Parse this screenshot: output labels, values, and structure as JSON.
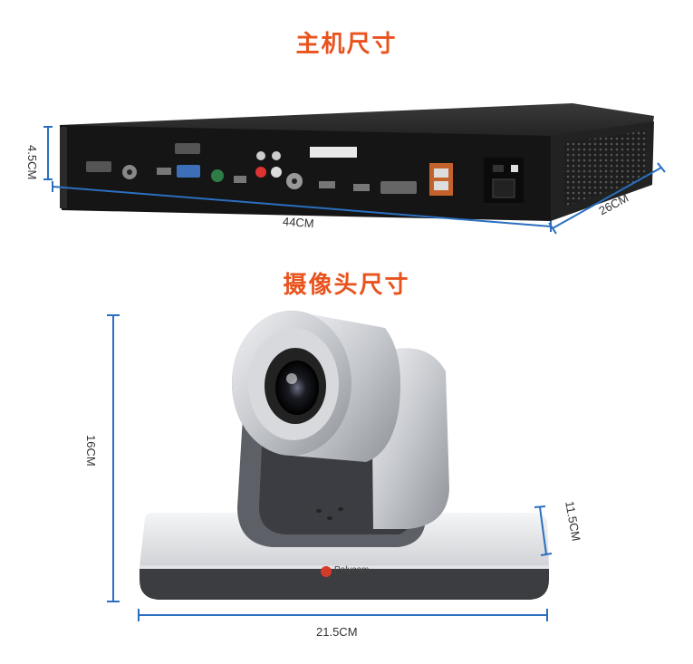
{
  "colors": {
    "title": "#e8531e",
    "dimension_line": "#2a6fbf",
    "host_body": "#1a1a1a",
    "camera_silver": "#c9ccd1"
  },
  "host_section": {
    "title": "主机尺寸",
    "height_label": "4.5CM",
    "width_label": "44CM",
    "depth_label": "26CM"
  },
  "camera_section": {
    "title": "摄像头尺寸",
    "height_label": "16CM",
    "width_label": "21.5CM",
    "base_height_label": "11.5CM",
    "brand": "Polycom"
  }
}
